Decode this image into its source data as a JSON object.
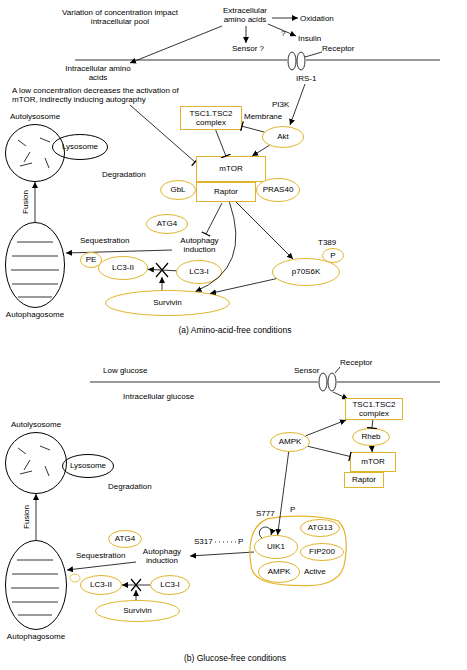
{
  "diagram": {
    "nodes": [
      {
        "text": [
          "Autolysosome"
        ]
      },
      {
        "text": [
          "Lysosome"
        ]
      },
      {
        "text": [
          "TSC1.TSC2 complex"
        ]
      },
      {
        "text": [
          "Akt"
        ]
      },
      {
        "text": [
          "mTOR"
        ]
      },
      {
        "text": [
          "GbL"
        ]
      },
      {
        "text": [
          "Raptor"
        ]
      },
      {
        "text": [
          "PRAS40"
        ]
      },
      {
        "text": [
          "Autophagosome"
        ]
      },
      {
        "text": [
          "ATG4"
        ]
      },
      {
        "text": [
          "PE"
        ]
      },
      {
        "text": [
          "LC3-II"
        ]
      },
      {
        "text": [
          "LC3-I"
        ]
      },
      {
        "text": [
          "P"
        ]
      },
      {
        "text": [
          "p70S6K"
        ]
      },
      {
        "text": [
          "Survivin"
        ]
      },
      {
        "text": [
          "Autolysosome"
        ]
      },
      {
        "text": [
          "Lysosome"
        ]
      },
      {
        "text": [
          "TSC1.TSC2 complex"
        ]
      },
      {
        "text": [
          "Rheb"
        ]
      },
      {
        "text": [
          "AMPK"
        ]
      },
      {
        "text": [
          "mTOR"
        ]
      },
      {
        "text": [
          "Raptor"
        ]
      },
      {
        "text": [
          "Active"
        ]
      },
      {
        "text": [
          "ATG13"
        ],
        "in": 23
      },
      {
        "text": [
          "UIK1"
        ],
        "in": 23
      },
      {
        "text": [
          "FIP200"
        ],
        "in": 23
      },
      {
        "text": [
          "AMPK"
        ],
        "in": 23
      },
      {
        "text": [
          "ATG4"
        ]
      },
      {
        "text": [
          "Autophagosome"
        ]
      },
      {
        "text": [
          "LC3-II"
        ]
      },
      {
        "text": [
          "LC3-I"
        ]
      },
      {
        "text": [
          "Survivin"
        ]
      }
    ],
    "edges": [
      {
        "from": 3,
        "to": 2,
        "arrow": "to"
      },
      {
        "from": 3,
        "to": 4,
        "arrow": "to"
      },
      {
        "from": 2,
        "to": 4,
        "arrow": "to"
      },
      {
        "from": 6,
        "to": 14,
        "arrow": "to"
      },
      {
        "from": 14,
        "to": 15,
        "arrow": "to"
      },
      {
        "from": 6,
        "to": 15,
        "arrow": "to"
      },
      {
        "from": 12,
        "to": 11,
        "arrow": "to"
      },
      {
        "from": 8,
        "to": 0,
        "label": "Fusion",
        "arrow": "to"
      },
      {
        "from": 18,
        "to": 19,
        "arrow": "to"
      },
      {
        "from": 19,
        "to": 21,
        "arrow": "to"
      },
      {
        "from": 20,
        "to": 18,
        "arrow": "to"
      },
      {
        "from": 20,
        "to": 21,
        "arrow": "to"
      },
      {
        "from": 20,
        "to": 25,
        "arrow": "to"
      },
      {
        "from": 29,
        "to": 16,
        "label": "Fusion",
        "arrow": "to"
      },
      {
        "from": 31,
        "to": 30,
        "arrow": "to"
      }
    ],
    "labels": [
      "Variation of concentration impact intracellular pool",
      "Extracellular amino acids",
      "Oxidation",
      "?",
      "Insulin",
      "Sensor ?",
      "Receptor",
      "Intracellular amino acids",
      "IRS-1",
      "A low concentration decreases the activation of mTOR, indirectly inducing autography",
      "PI3K",
      "Membrane",
      "Degradation",
      "Sequestration",
      "Autophagy induction",
      "T389",
      "(a) Amino-acid-free conditions",
      "Low glucose",
      "Sensor",
      "Receptor",
      "Intracellular glucose",
      "Degradation",
      "S777",
      "P",
      "S317",
      "P",
      "Sequestration",
      "Autophagy induction",
      "(b) Glucose-free conditions"
    ]
  }
}
